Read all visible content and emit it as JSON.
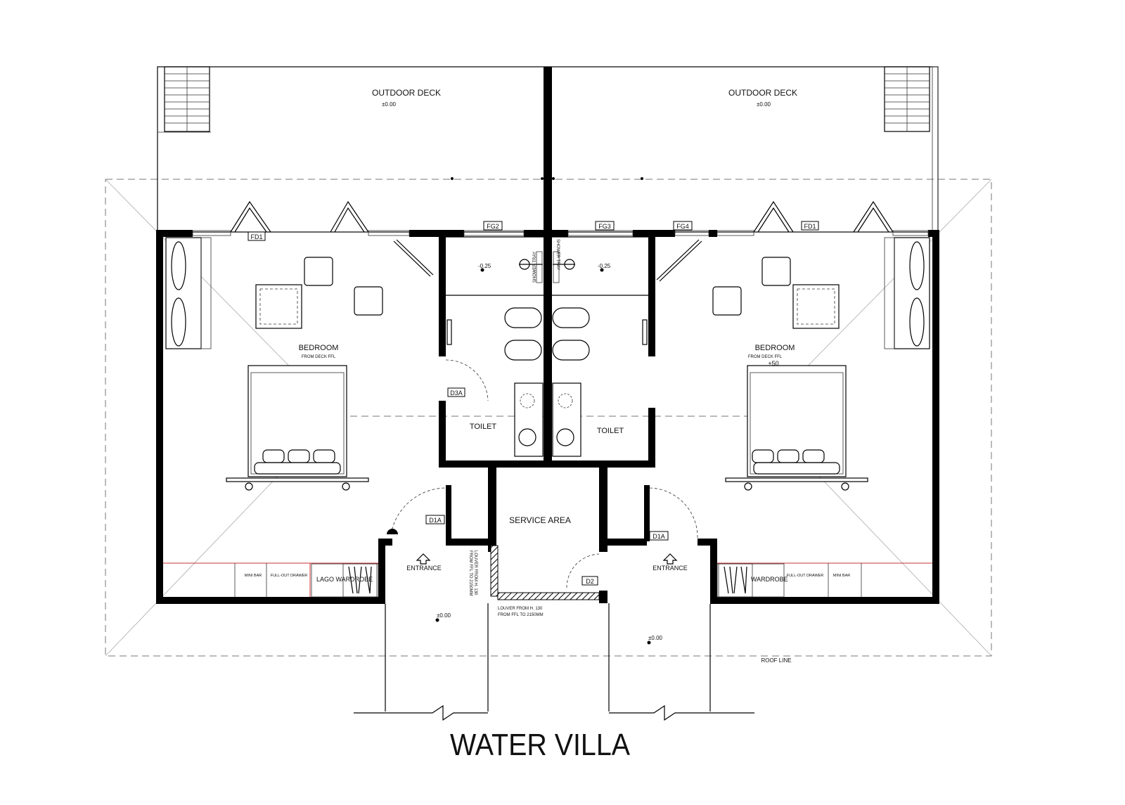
{
  "title": "WATER VILLA",
  "roof_line": "ROOF LINE",
  "left_unit": {
    "deck_label": "OUTDOOR DECK",
    "deck_level": "±0.00",
    "door_tag": "FD1",
    "bedroom_label": "BEDROOM",
    "bedroom_note": "FROM DECK FFL",
    "toilet_label": "TOILET",
    "toilet_door_tag": "D3A",
    "shower_level": "-0.25",
    "shower_tray": "SHOWER TRAY",
    "entrance_door_tag": "D1A",
    "entrance_label": "ENTRANCE",
    "entrance_level": "±0.00",
    "mini_bar": "MINI BAR",
    "drawer": "FULL-OUT DRAWER",
    "wardrobe": "LAGO WARDROBE",
    "louver_line1": "LOUVER FROM H. 130",
    "louver_line2": "FROM FFL TO 2150MM"
  },
  "right_unit": {
    "deck_label": "OUTDOOR DECK",
    "deck_level": "±0.00",
    "door_tag": "FD1",
    "bedroom_label": "BEDROOM",
    "bedroom_note": "FROM DECK FFL",
    "bedroom_level": "+50",
    "toilet_label": "TOILET",
    "shower_level": "-0.25",
    "shower_tray": "SHOWER TRAY",
    "entrance_door_tag": "D1A",
    "entrance_label": "ENTRANCE",
    "entrance_level": "±0.00",
    "mini_bar": "MINI BAR",
    "drawer": "FULL-OUT DRAWER",
    "wardrobe": "WARDROBE"
  },
  "window_tags": [
    "FG2",
    "FG3",
    "FG4"
  ],
  "service": {
    "label": "SERVICE AREA",
    "door_tag": "D2",
    "louver_line1": "LOUVER FROM H. 130",
    "louver_line2": "FROM FFL TO 2150MM"
  }
}
